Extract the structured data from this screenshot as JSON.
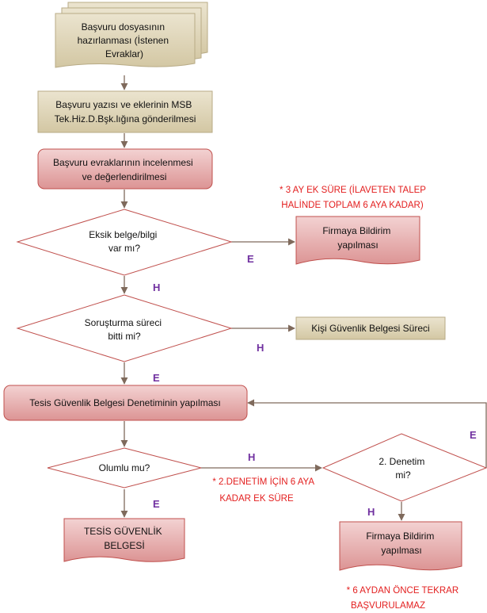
{
  "nodes": {
    "n1": [
      "Başvuru dosyasının",
      "hazırlanması (İstenen",
      "Evraklar)"
    ],
    "n2": [
      "Başvuru yazısı ve eklerinin MSB",
      "Tek.Hiz.D.Bşk.lığına gönderilmesi"
    ],
    "n3": [
      "Başvuru evraklarının incelenmesi",
      "ve değerlendirilmesi"
    ],
    "d1": [
      "Eksik belge/bilgi",
      "var mı?"
    ],
    "firma1": [
      "Firmaya Bildirim",
      "yapılması"
    ],
    "d2": [
      "Soruşturma süreci",
      "bitti mi?"
    ],
    "kisi": [
      "Kişi Güvenlik Belgesi Süreci"
    ],
    "tesis": [
      "Tesis Güvenlik Belgesi Denetiminin yapılması"
    ],
    "d3": [
      "Olumlu mu?"
    ],
    "d4": [
      "2. Denetim",
      "mi?"
    ],
    "tgb": [
      "TESİS GÜVENLİK",
      "BELGESİ"
    ],
    "firma2": [
      "Firmaya Bildirim",
      "yapılması"
    ]
  },
  "edge_labels": {
    "d1_yes": "E",
    "d1_no": "H",
    "d2_no": "H",
    "d2_yes": "E",
    "d3_no": "H",
    "d3_yes": "E",
    "d4_yes": "E",
    "d4_no": "H"
  },
  "notes": {
    "note1": [
      "* 3 AY EK SÜRE (İLAVETEN TALEP",
      "HALİNDE TOPLAM 6 AYA KADAR)"
    ],
    "note2": [
      "* 2.DENETİM İÇİN 6 AYA",
      "KADAR EK SÜRE"
    ],
    "note3": [
      "* 6 AYDAN ÖNCE TEKRAR",
      "BAŞVURULAMAZ"
    ]
  },
  "colors": {
    "tan_fill": "#ddd3b5",
    "tan_stroke": "#b8ab86",
    "pink_fill": "#e3a4a4",
    "pink_stroke": "#c0504d",
    "diamond_stroke": "#c0504d",
    "arrow": "#7f6a5c",
    "label_purple": "#7030a0",
    "note_red": "#e31e1e"
  }
}
